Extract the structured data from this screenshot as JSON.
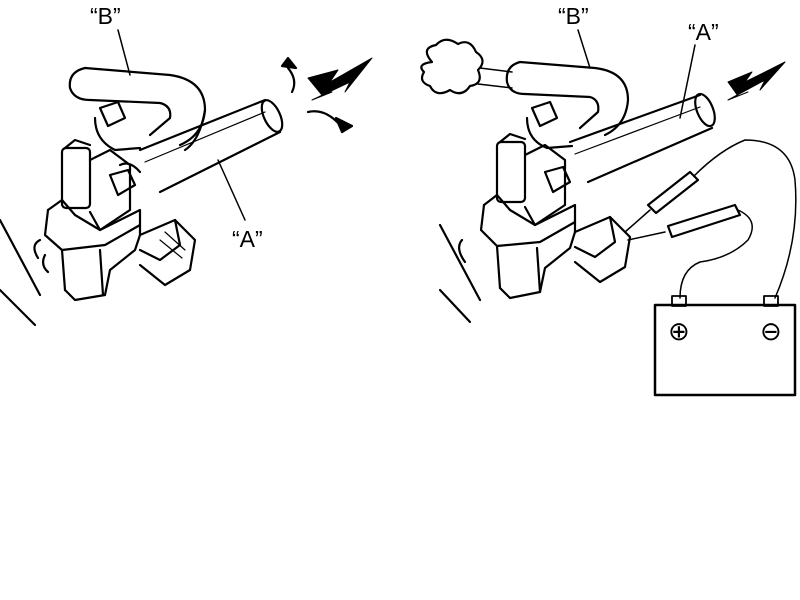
{
  "colors": {
    "ink": "#000000",
    "paper": "#ffffff"
  },
  "left_figure": {
    "label_hose_b": "“B”",
    "label_hose_a": "“A”"
  },
  "right_figure": {
    "label_hose_b": "“B”",
    "label_hose_a": "“A”",
    "battery": {
      "positive_symbol": "⊕",
      "negative_symbol": "⊖"
    }
  }
}
